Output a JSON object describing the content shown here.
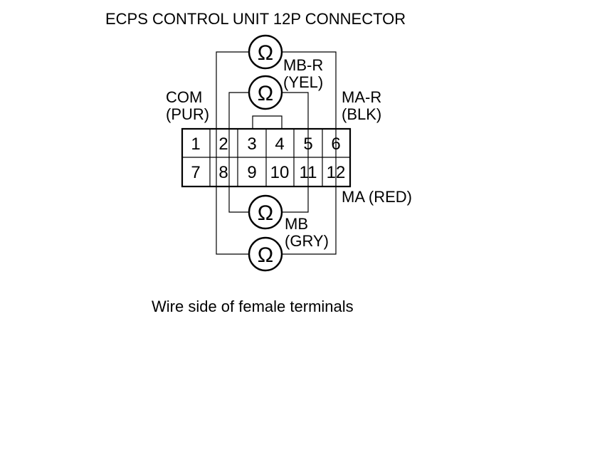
{
  "title": "ECPS CONTROL UNIT 12P CONNECTOR",
  "caption": "Wire side of female terminals",
  "ohm_symbol": "Ω",
  "connector": {
    "pins_top": [
      "1",
      "2",
      "3",
      "4",
      "5",
      "6"
    ],
    "pins_bottom": [
      "7",
      "8",
      "9",
      "10",
      "11",
      "12"
    ]
  },
  "labels": {
    "com": "COM",
    "com_color": "(PUR)",
    "mb_r": "MB-R",
    "mb_r_color": "(YEL)",
    "ma_r": "MA-R",
    "ma_r_color": "(BLK)",
    "ma": "MA (RED)",
    "mb": "MB",
    "mb_color": "(GRY)"
  }
}
